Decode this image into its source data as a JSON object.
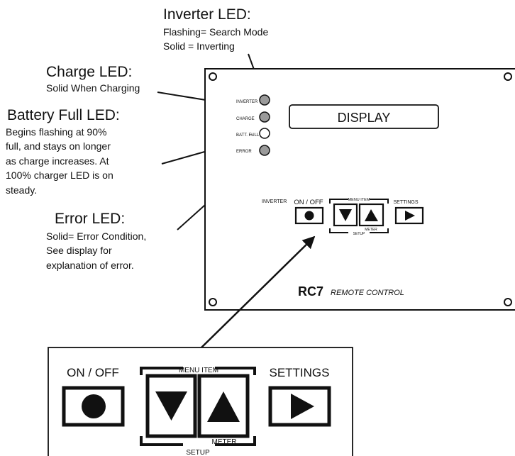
{
  "annotations": {
    "inverter": {
      "title": "Inverter LED:",
      "lines": [
        "Flashing= Search Mode",
        "Solid = Inverting"
      ]
    },
    "charge": {
      "title": "Charge LED:",
      "lines": [
        "Solid When Charging"
      ]
    },
    "battery": {
      "title": "Battery Full LED:",
      "lines": [
        "Begins flashing at 90%",
        "full, and stays on longer",
        "as charge increases.  At",
        "100% charger LED is on",
        "steady."
      ]
    },
    "error": {
      "title": "Error LED:",
      "lines": [
        "Solid= Error Condition,",
        "See display for",
        "explanation of error."
      ]
    }
  },
  "panel": {
    "led_labels": [
      "INVERTER",
      "CHARGE",
      "BATT. FULL",
      "ERROR"
    ],
    "display_label": "DISPLAY",
    "inverter_label": "INVERTER",
    "on_off_label": "ON / OFF",
    "menu_item_label": "MENU ITEM",
    "setup_label": "SETUP",
    "meter_label": "METER",
    "settings_label": "SETTINGS",
    "brand_model": "RC7",
    "brand_text": "REMOTE CONTROL"
  },
  "zoom": {
    "on_off_label": "ON / OFF",
    "menu_item_label": "MENU ITEM",
    "setup_label": "SETUP",
    "meter_label": "METER",
    "settings_label": "SETTINGS"
  }
}
